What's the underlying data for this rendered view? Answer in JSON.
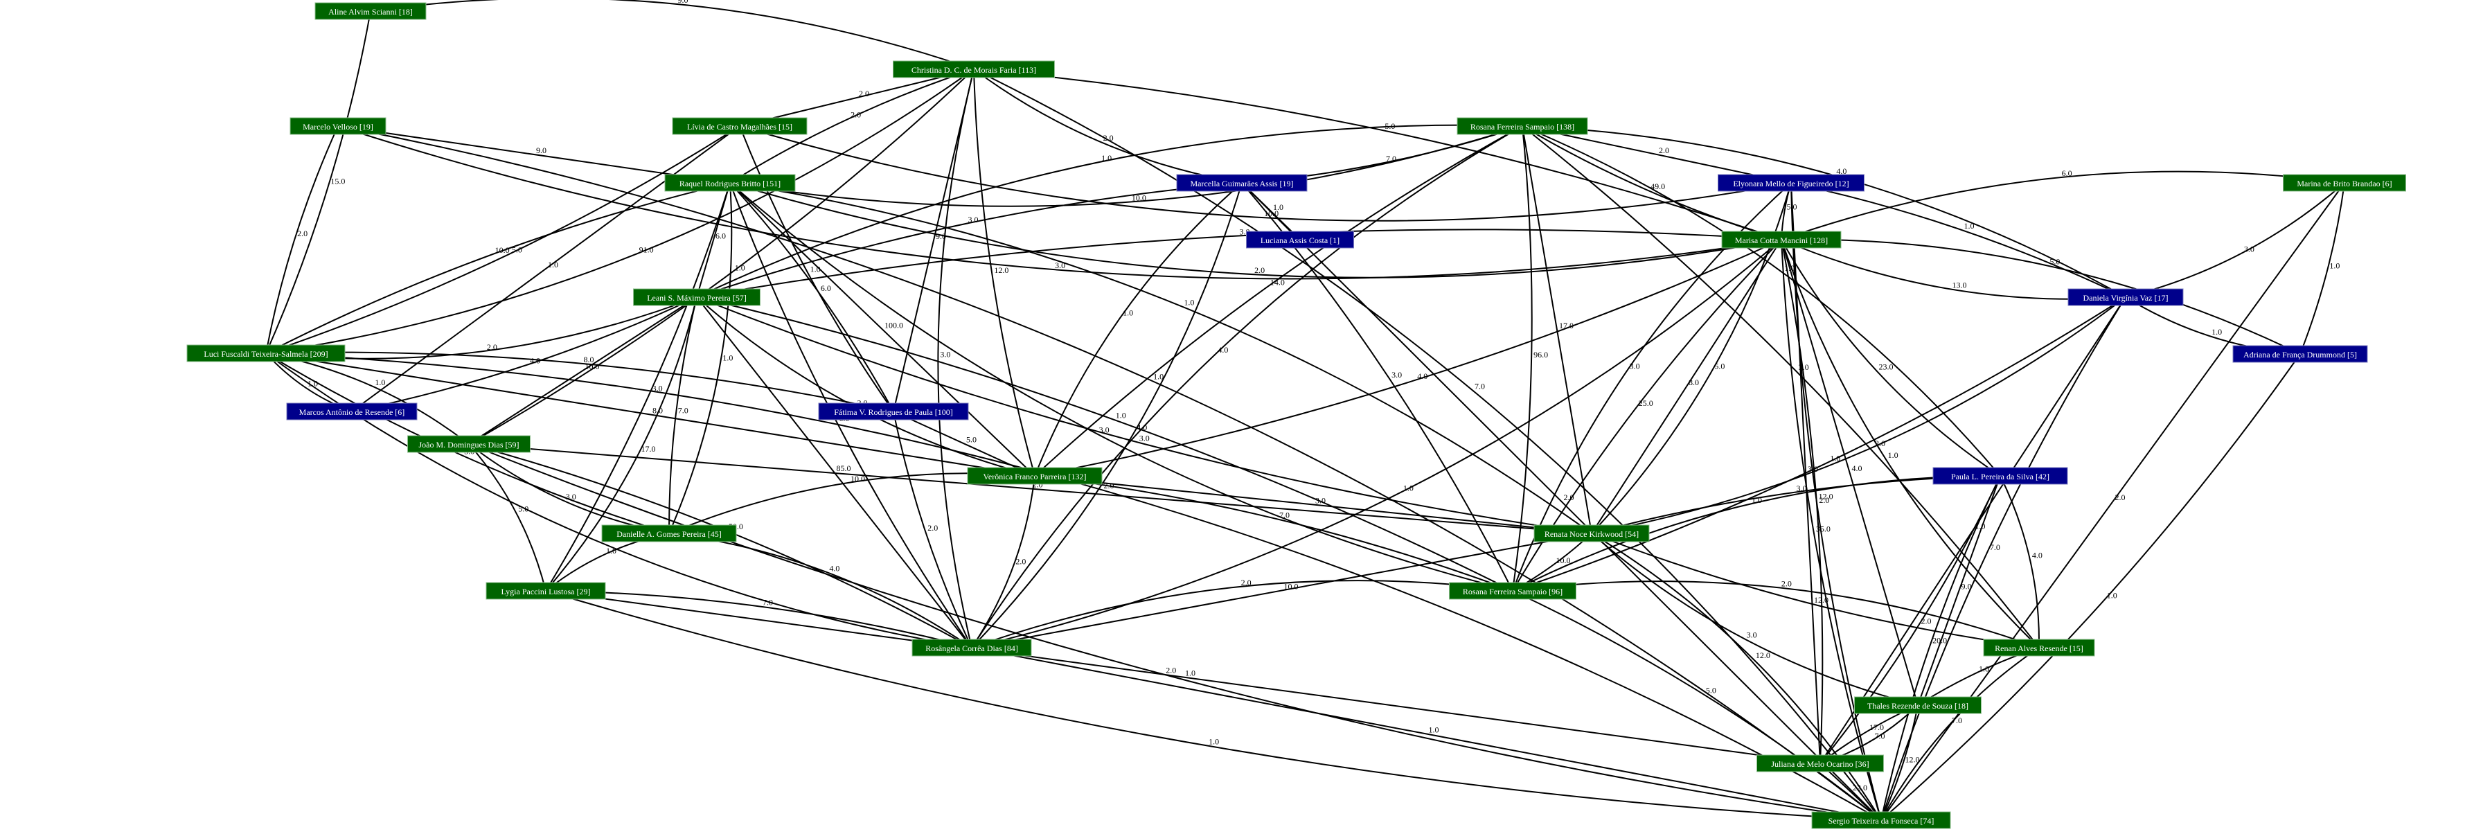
{
  "graph": {
    "type": "co-authorship network",
    "colors": {
      "group_a": "#006400",
      "group_b": "#00008b",
      "edge": "#000000",
      "label_text": "#ffffff"
    },
    "nodes": [
      {
        "id": "aline",
        "label": "Aline Alvim Scianni [18]",
        "name": "Aline Alvim Scianni",
        "count": 18,
        "group": "group_a"
      },
      {
        "id": "christina",
        "label": "Christina D. C. de Morais Faria [113]",
        "name": "Christina D. C. de Morais Faria",
        "count": 113,
        "group": "group_a"
      },
      {
        "id": "marcelo",
        "label": "Marcelo Velloso [19]",
        "name": "Marcelo Velloso",
        "count": 19,
        "group": "group_a"
      },
      {
        "id": "livia",
        "label": "Lívia de Castro Magalhães [15]",
        "name": "Lívia de Castro Magalhães",
        "count": 15,
        "group": "group_a"
      },
      {
        "id": "rosana138",
        "label": "Rosana Ferreira Sampaio [138]",
        "name": "Rosana Ferreira Sampaio",
        "count": 138,
        "group": "group_a"
      },
      {
        "id": "raquel",
        "label": "Raquel Rodrigues Britto [151]",
        "name": "Raquel Rodrigues Britto",
        "count": 151,
        "group": "group_a"
      },
      {
        "id": "marcella",
        "label": "Marcella Guimarães Assis [19]",
        "name": "Marcella Guimarães Assis",
        "count": 19,
        "group": "group_b"
      },
      {
        "id": "elyonara",
        "label": "Elyonara Mello de Figueiredo [12]",
        "name": "Elyonara Mello de Figueiredo",
        "count": 12,
        "group": "group_b"
      },
      {
        "id": "marina",
        "label": "Marina de Brito Brandao [6]",
        "name": "Marina de Brito Brandao",
        "count": 6,
        "group": "group_a"
      },
      {
        "id": "luciana",
        "label": "Luciana Assis Costa [1]",
        "name": "Luciana Assis Costa",
        "count": 1,
        "group": "group_b"
      },
      {
        "id": "marisa",
        "label": "Marisa Cotta Mancini [128]",
        "name": "Marisa Cotta Mancini",
        "count": 128,
        "group": "group_a"
      },
      {
        "id": "leani",
        "label": "Leani S. Máximo Pereira [57]",
        "name": "Leani S. Máximo Pereira",
        "count": 57,
        "group": "group_a"
      },
      {
        "id": "daniela",
        "label": "Daniela Virgínia Vaz [17]",
        "name": "Daniela Virgínia Vaz",
        "count": 17,
        "group": "group_b"
      },
      {
        "id": "luci",
        "label": "Luci Fuscaldi Teixeira-Salmela [209]",
        "name": "Luci Fuscaldi Teixeira-Salmela",
        "count": 209,
        "group": "group_a"
      },
      {
        "id": "adriana",
        "label": "Adriana de França Drummond [5]",
        "name": "Adriana de França Drummond",
        "count": 5,
        "group": "group_b"
      },
      {
        "id": "marcos",
        "label": "Marcos Antônio de Resende [6]",
        "name": "Marcos Antônio de Resende",
        "count": 6,
        "group": "group_b"
      },
      {
        "id": "fatima",
        "label": "Fátima V. Rodrigues de Paula [100]",
        "name": "Fátima V. Rodrigues de Paula",
        "count": 100,
        "group": "group_b"
      },
      {
        "id": "joao",
        "label": "João M. Domingues Dias [59]",
        "name": "João M. Domingues Dias",
        "count": 59,
        "group": "group_a"
      },
      {
        "id": "veronica",
        "label": "Verônica Franco Parreira [132]",
        "name": "Verônica Franco Parreira",
        "count": 132,
        "group": "group_a"
      },
      {
        "id": "paula",
        "label": "Paula L. Pereira da Silva [42]",
        "name": "Paula L. Pereira da Silva",
        "count": 42,
        "group": "group_b"
      },
      {
        "id": "danielle",
        "label": "Danielle A. Gomes Pereira [45]",
        "name": "Danielle A. Gomes Pereira",
        "count": 45,
        "group": "group_a"
      },
      {
        "id": "renata",
        "label": "Renata Noce Kirkwood [54]",
        "name": "Renata Noce Kirkwood",
        "count": 54,
        "group": "group_a"
      },
      {
        "id": "lygia",
        "label": "Lygia Paccini Lustosa [29]",
        "name": "Lygia Paccini Lustosa",
        "count": 29,
        "group": "group_a"
      },
      {
        "id": "rosana96",
        "label": "Rosana Ferreira Sampaio [96]",
        "name": "Rosana Ferreira Sampaio",
        "count": 96,
        "group": "group_a"
      },
      {
        "id": "rosangela",
        "label": "Rosângela Corrêa Dias [84]",
        "name": "Rosângela Corrêa Dias",
        "count": 84,
        "group": "group_a"
      },
      {
        "id": "renan",
        "label": "Renan Alves Resende [15]",
        "name": "Renan Alves Resende",
        "count": 15,
        "group": "group_a"
      },
      {
        "id": "thales",
        "label": "Thales Rezende de Souza [18]",
        "name": "Thales Rezende de Souza",
        "count": 18,
        "group": "group_a"
      },
      {
        "id": "juliana",
        "label": "Juliana de Melo Ocarino [36]",
        "name": "Juliana de Melo Ocarino",
        "count": 36,
        "group": "group_a"
      },
      {
        "id": "sergio",
        "label": "Sergio Teixeira da Fonseca [74]",
        "name": "Sergio Teixeira da Fonseca",
        "count": 74,
        "group": "group_a"
      }
    ],
    "edges": [
      {
        "source": "aline",
        "target": "christina",
        "weight": "9.0"
      },
      {
        "source": "aline",
        "target": "luci",
        "weight": "15.0"
      },
      {
        "source": "christina",
        "target": "livia",
        "weight": "2.0"
      },
      {
        "source": "christina",
        "target": "raquel",
        "weight": "2.0"
      },
      {
        "source": "christina",
        "target": "marcella",
        "weight": "2.0"
      },
      {
        "source": "christina",
        "target": "luci",
        "weight": "91.0"
      },
      {
        "source": "christina",
        "target": "marisa",
        "weight": "5.0"
      },
      {
        "source": "christina",
        "target": "fatima",
        "weight": "9.0"
      },
      {
        "source": "christina",
        "target": "veronica",
        "weight": "12.0"
      },
      {
        "source": "christina",
        "target": "rosangela",
        "weight": "3.0"
      },
      {
        "source": "christina",
        "target": "sergio",
        "weight": "7.0"
      },
      {
        "source": "christina",
        "target": "joao",
        "weight": "1.0"
      },
      {
        "source": "marcelo",
        "target": "raquel",
        "weight": "9.0"
      },
      {
        "source": "marcelo",
        "target": "luci",
        "weight": "2.0"
      },
      {
        "source": "marcelo",
        "target": "marisa",
        "weight": "3.0"
      },
      {
        "source": "marcelo",
        "target": "sergio",
        "weight": "1.0"
      },
      {
        "source": "livia",
        "target": "luci",
        "weight": "5.0"
      },
      {
        "source": "livia",
        "target": "marcos",
        "weight": "1.0"
      },
      {
        "source": "livia",
        "target": "fatima",
        "weight": "1.0"
      },
      {
        "source": "livia",
        "target": "elyonara",
        "weight": "10.0"
      },
      {
        "source": "rosana138",
        "target": "raquel",
        "weight": "10.0"
      },
      {
        "source": "rosana138",
        "target": "marcella",
        "weight": "7.0"
      },
      {
        "source": "rosana138",
        "target": "elyonara",
        "weight": "2.0"
      },
      {
        "source": "rosana138",
        "target": "marisa",
        "weight": "49.0"
      },
      {
        "source": "rosana138",
        "target": "leani",
        "weight": "1.0"
      },
      {
        "source": "rosana138",
        "target": "daniela",
        "weight": "4.0"
      },
      {
        "source": "rosana138",
        "target": "rosana96",
        "weight": "96.0"
      },
      {
        "source": "rosana138",
        "target": "renata",
        "weight": "17.0"
      },
      {
        "source": "rosana138",
        "target": "veronica",
        "weight": "14.0"
      },
      {
        "source": "rosana138",
        "target": "rosangela",
        "weight": "4.0"
      },
      {
        "source": "rosana138",
        "target": "paula",
        "weight": "1.0"
      },
      {
        "source": "rosana138",
        "target": "renan",
        "weight": "3.0"
      },
      {
        "source": "raquel",
        "target": "leani",
        "weight": "6.0"
      },
      {
        "source": "raquel",
        "target": "luci",
        "weight": "10.0"
      },
      {
        "source": "raquel",
        "target": "marisa",
        "weight": "2.0"
      },
      {
        "source": "raquel",
        "target": "danielle",
        "weight": "1.0"
      },
      {
        "source": "raquel",
        "target": "fatima",
        "weight": "6.0"
      },
      {
        "source": "raquel",
        "target": "veronica",
        "weight": "100.0"
      },
      {
        "source": "raquel",
        "target": "rosangela",
        "weight": "6.0"
      },
      {
        "source": "raquel",
        "target": "rosana96",
        "weight": "3.0"
      },
      {
        "source": "raquel",
        "target": "renata",
        "weight": "1.0"
      },
      {
        "source": "raquel",
        "target": "lygia",
        "weight": "3.0"
      },
      {
        "source": "marcella",
        "target": "luciana",
        "weight": "1.0"
      },
      {
        "source": "marcella",
        "target": "leani",
        "weight": "3.0"
      },
      {
        "source": "marcella",
        "target": "veronica",
        "weight": "1.0"
      },
      {
        "source": "marcella",
        "target": "rosangela",
        "weight": "4.0"
      },
      {
        "source": "marcella",
        "target": "rosana96",
        "weight": "3.0"
      },
      {
        "source": "marcella",
        "target": "sergio",
        "weight": "2.0"
      },
      {
        "source": "elyonara",
        "target": "marisa",
        "weight": "5.0"
      },
      {
        "source": "elyonara",
        "target": "rosana96",
        "weight": "3.0"
      },
      {
        "source": "elyonara",
        "target": "renata",
        "weight": "5.0"
      },
      {
        "source": "elyonara",
        "target": "daniela",
        "weight": "1.0"
      },
      {
        "source": "elyonara",
        "target": "juliana",
        "weight": "3.0"
      },
      {
        "source": "elyonara",
        "target": "sergio",
        "weight": "2.0"
      },
      {
        "source": "marina",
        "target": "marisa",
        "weight": "6.0"
      },
      {
        "source": "marina",
        "target": "daniela",
        "weight": "3.0"
      },
      {
        "source": "marina",
        "target": "adriana",
        "weight": "1.0"
      },
      {
        "source": "marina",
        "target": "sergio",
        "weight": "2.0"
      },
      {
        "source": "marisa",
        "target": "leani",
        "weight": "3.0"
      },
      {
        "source": "marisa",
        "target": "daniela",
        "weight": "13.0"
      },
      {
        "source": "marisa",
        "target": "adriana",
        "weight": "5.0"
      },
      {
        "source": "marisa",
        "target": "veronica",
        "weight": "4.0"
      },
      {
        "source": "marisa",
        "target": "renata",
        "weight": "8.0"
      },
      {
        "source": "marisa",
        "target": "rosana96",
        "weight": "25.0"
      },
      {
        "source": "marisa",
        "target": "paula",
        "weight": "23.0"
      },
      {
        "source": "marisa",
        "target": "rosangela",
        "weight": "1.0"
      },
      {
        "source": "marisa",
        "target": "juliana",
        "weight": "12.0"
      },
      {
        "source": "marisa",
        "target": "thales",
        "weight": "4.0"
      },
      {
        "source": "marisa",
        "target": "sergio",
        "weight": "35.0"
      },
      {
        "source": "marisa",
        "target": "renan",
        "weight": "1.0"
      },
      {
        "source": "leani",
        "target": "luci",
        "weight": "2.0"
      },
      {
        "source": "leani",
        "target": "marcos",
        "weight": "4.0"
      },
      {
        "source": "leani",
        "target": "joao",
        "weight": "10.0"
      },
      {
        "source": "leani",
        "target": "danielle",
        "weight": "7.0"
      },
      {
        "source": "leani",
        "target": "veronica",
        "weight": "2.0"
      },
      {
        "source": "leani",
        "target": "lygia",
        "weight": "17.0"
      },
      {
        "source": "leani",
        "target": "rosana96",
        "weight": "1.0"
      },
      {
        "source": "leani",
        "target": "rosangela",
        "weight": "85.0"
      },
      {
        "source": "leani",
        "target": "renata",
        "weight": "3.0"
      },
      {
        "source": "daniela",
        "target": "adriana",
        "weight": "1.0"
      },
      {
        "source": "daniela",
        "target": "renata",
        "weight": "2.0"
      },
      {
        "source": "daniela",
        "target": "rosana96",
        "weight": "1.0"
      },
      {
        "source": "daniela",
        "target": "juliana",
        "weight": "1.0"
      },
      {
        "source": "daniela",
        "target": "sergio",
        "weight": "7.0"
      },
      {
        "source": "luci",
        "target": "marcos",
        "weight": "1.0"
      },
      {
        "source": "luci",
        "target": "joao",
        "weight": "1.0"
      },
      {
        "source": "luci",
        "target": "fatima",
        "weight": "8.0"
      },
      {
        "source": "luci",
        "target": "veronica",
        "weight": "8.0"
      },
      {
        "source": "luci",
        "target": "danielle",
        "weight": "3.0"
      },
      {
        "source": "luci",
        "target": "rosangela",
        "weight": "2.0"
      },
      {
        "source": "luci",
        "target": "sergio",
        "weight": "2.0"
      },
      {
        "source": "adriana",
        "target": "sergio",
        "weight": "1.0"
      },
      {
        "source": "fatima",
        "target": "veronica",
        "weight": "5.0"
      },
      {
        "source": "fatima",
        "target": "rosangela",
        "weight": "2.0"
      },
      {
        "source": "joao",
        "target": "danielle",
        "weight": "3.0"
      },
      {
        "source": "joao",
        "target": "lygia",
        "weight": "5.0"
      },
      {
        "source": "joao",
        "target": "rosangela",
        "weight": "50.0"
      },
      {
        "source": "joao",
        "target": "renata",
        "weight": "2.0"
      },
      {
        "source": "joao",
        "target": "sergio",
        "weight": "2.0"
      },
      {
        "source": "veronica",
        "target": "danielle",
        "weight": "10.0"
      },
      {
        "source": "veronica",
        "target": "rosangela",
        "weight": "2.0"
      },
      {
        "source": "veronica",
        "target": "rosana96",
        "weight": "7.0"
      },
      {
        "source": "veronica",
        "target": "renata",
        "weight": "3.0"
      },
      {
        "source": "paula",
        "target": "renata",
        "weight": "3.0"
      },
      {
        "source": "paula",
        "target": "rosana96",
        "weight": "1.0"
      },
      {
        "source": "paula",
        "target": "renan",
        "weight": "4.0"
      },
      {
        "source": "paula",
        "target": "juliana",
        "weight": "2.0"
      },
      {
        "source": "paula",
        "target": "thales",
        "weight": "9.0"
      },
      {
        "source": "paula",
        "target": "sergio",
        "weight": "20.0"
      },
      {
        "source": "danielle",
        "target": "lygia",
        "weight": "1.0"
      },
      {
        "source": "danielle",
        "target": "rosangela",
        "weight": "4.0"
      },
      {
        "source": "renata",
        "target": "rosana96",
        "weight": "10.0"
      },
      {
        "source": "renata",
        "target": "rosangela",
        "weight": "10.0"
      },
      {
        "source": "renata",
        "target": "renan",
        "weight": "12.0"
      },
      {
        "source": "renata",
        "target": "thales",
        "weight": "3.0"
      },
      {
        "source": "renata",
        "target": "sergio",
        "weight": "12.0"
      },
      {
        "source": "lygia",
        "target": "rosangela",
        "weight": "7.0"
      },
      {
        "source": "lygia",
        "target": "juliana",
        "weight": "1.0"
      },
      {
        "source": "lygia",
        "target": "sergio",
        "weight": "1.0"
      },
      {
        "source": "rosana96",
        "target": "rosangela",
        "weight": "2.0"
      },
      {
        "source": "rosana96",
        "target": "renan",
        "weight": "2.0"
      },
      {
        "source": "rosana96",
        "target": "sergio",
        "weight": "5.0"
      },
      {
        "source": "rosangela",
        "target": "sergio",
        "weight": "1.0"
      },
      {
        "source": "renan",
        "target": "thales",
        "weight": "1.0"
      },
      {
        "source": "renan",
        "target": "sergio",
        "weight": "7.0"
      },
      {
        "source": "thales",
        "target": "juliana",
        "weight": "7.0"
      },
      {
        "source": "thales",
        "target": "sergio",
        "weight": "12.0"
      },
      {
        "source": "juliana",
        "target": "sergio",
        "weight": "22.0"
      },
      {
        "source": "thales",
        "target": "juliana",
        "weight": "17.0"
      }
    ]
  }
}
